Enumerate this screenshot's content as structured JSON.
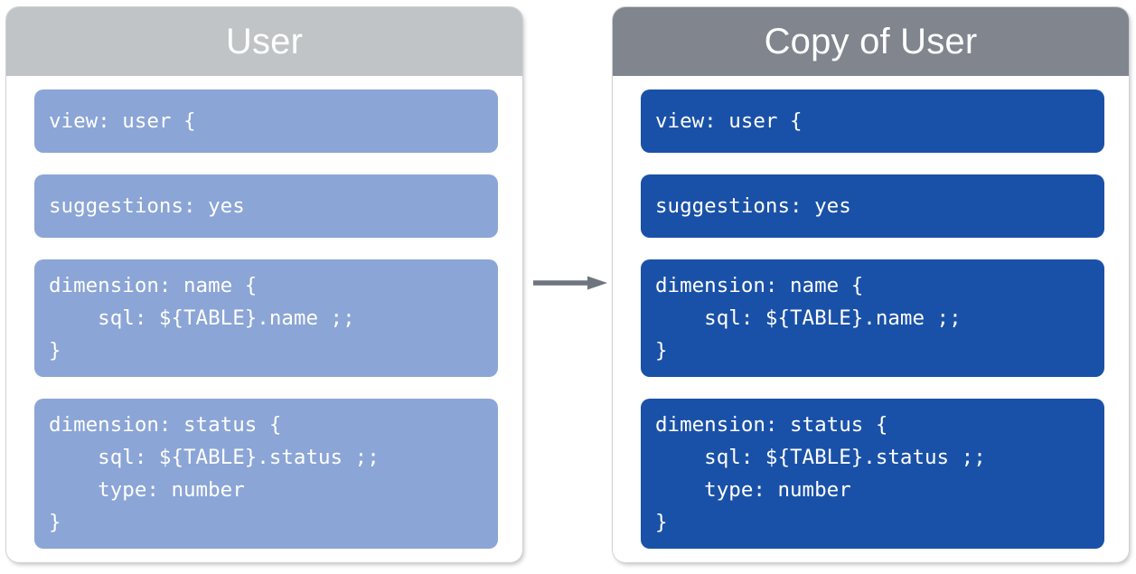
{
  "diagram": {
    "type": "before-after-copy",
    "connector": {
      "icon": "arrow-right-icon",
      "color": "#6f757e",
      "direction": "left-to-right"
    },
    "colors": {
      "left_header_bg": "#c0c4c7",
      "right_header_bg": "#80858e",
      "left_block_bg": "#8ba5d6",
      "right_block_bg": "#1a51a8",
      "panel_bg": "#ffffff",
      "text": "#ffffff"
    }
  },
  "panels": [
    {
      "id": "source",
      "title": "User",
      "blocks": [
        {
          "id": "view",
          "code": "view: user {"
        },
        {
          "id": "suggestions",
          "code": "suggestions: yes"
        },
        {
          "id": "dimension-name",
          "code": "dimension: name {\n    sql: ${TABLE}.name ;;\n}"
        },
        {
          "id": "dimension-status",
          "code": "dimension: status {\n    sql: ${TABLE}.status ;;\n    type: number\n}"
        }
      ]
    },
    {
      "id": "copy",
      "title": "Copy of User",
      "blocks": [
        {
          "id": "view",
          "code": "view: user {"
        },
        {
          "id": "suggestions",
          "code": "suggestions: yes"
        },
        {
          "id": "dimension-name",
          "code": "dimension: name {\n    sql: ${TABLE}.name ;;\n}"
        },
        {
          "id": "dimension-status",
          "code": "dimension: status {\n    sql: ${TABLE}.status ;;\n    type: number\n}"
        }
      ]
    }
  ]
}
